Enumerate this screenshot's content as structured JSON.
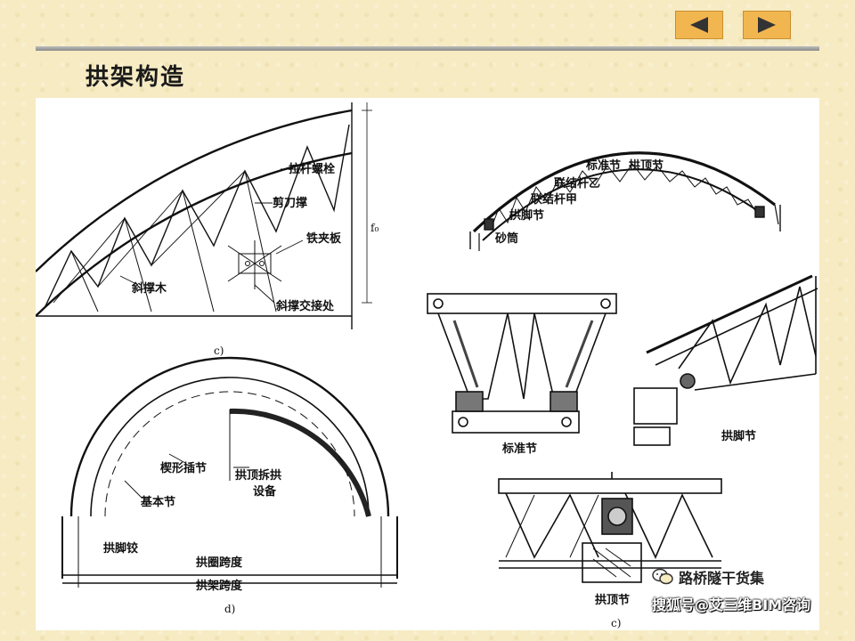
{
  "slide": {
    "title": "拱架构造",
    "nav": {
      "prev_icon": "arrow-left-icon",
      "next_icon": "arrow-right-icon"
    }
  },
  "figure_c_left": {
    "labels": {
      "a": "拉杆螺栓",
      "b": "剪刀撑",
      "c": "铁夹板",
      "d": "斜撑木",
      "e": "斜撑交接处",
      "f": "f₀"
    },
    "caption": "c)"
  },
  "figure_c_right": {
    "arch_labels": {
      "a": "标准节",
      "b": "拱顶节",
      "c": "联结杆乙",
      "d": "联结杆甲",
      "e": "拱脚节",
      "f": "砂筒"
    },
    "std_caption": "标准节",
    "foot_caption": "拱脚节",
    "crown_caption": "拱顶节",
    "caption": "c)"
  },
  "figure_d": {
    "labels": {
      "a": "楔形插节",
      "b": "拱顶拆拱",
      "c": "设备",
      "d": "基本节",
      "e": "拱脚铰",
      "f": "拱圈跨度",
      "g": "拱架跨度"
    },
    "caption": "d)"
  },
  "watermark": {
    "line1": "路桥隧干货集",
    "line2": "搜狐号@艾三维BIM咨询",
    "icon": "wechat-icon"
  },
  "colors": {
    "background": "#f6ebc2",
    "nav_button": "#f2b650",
    "rule": "#9a9a9a"
  }
}
